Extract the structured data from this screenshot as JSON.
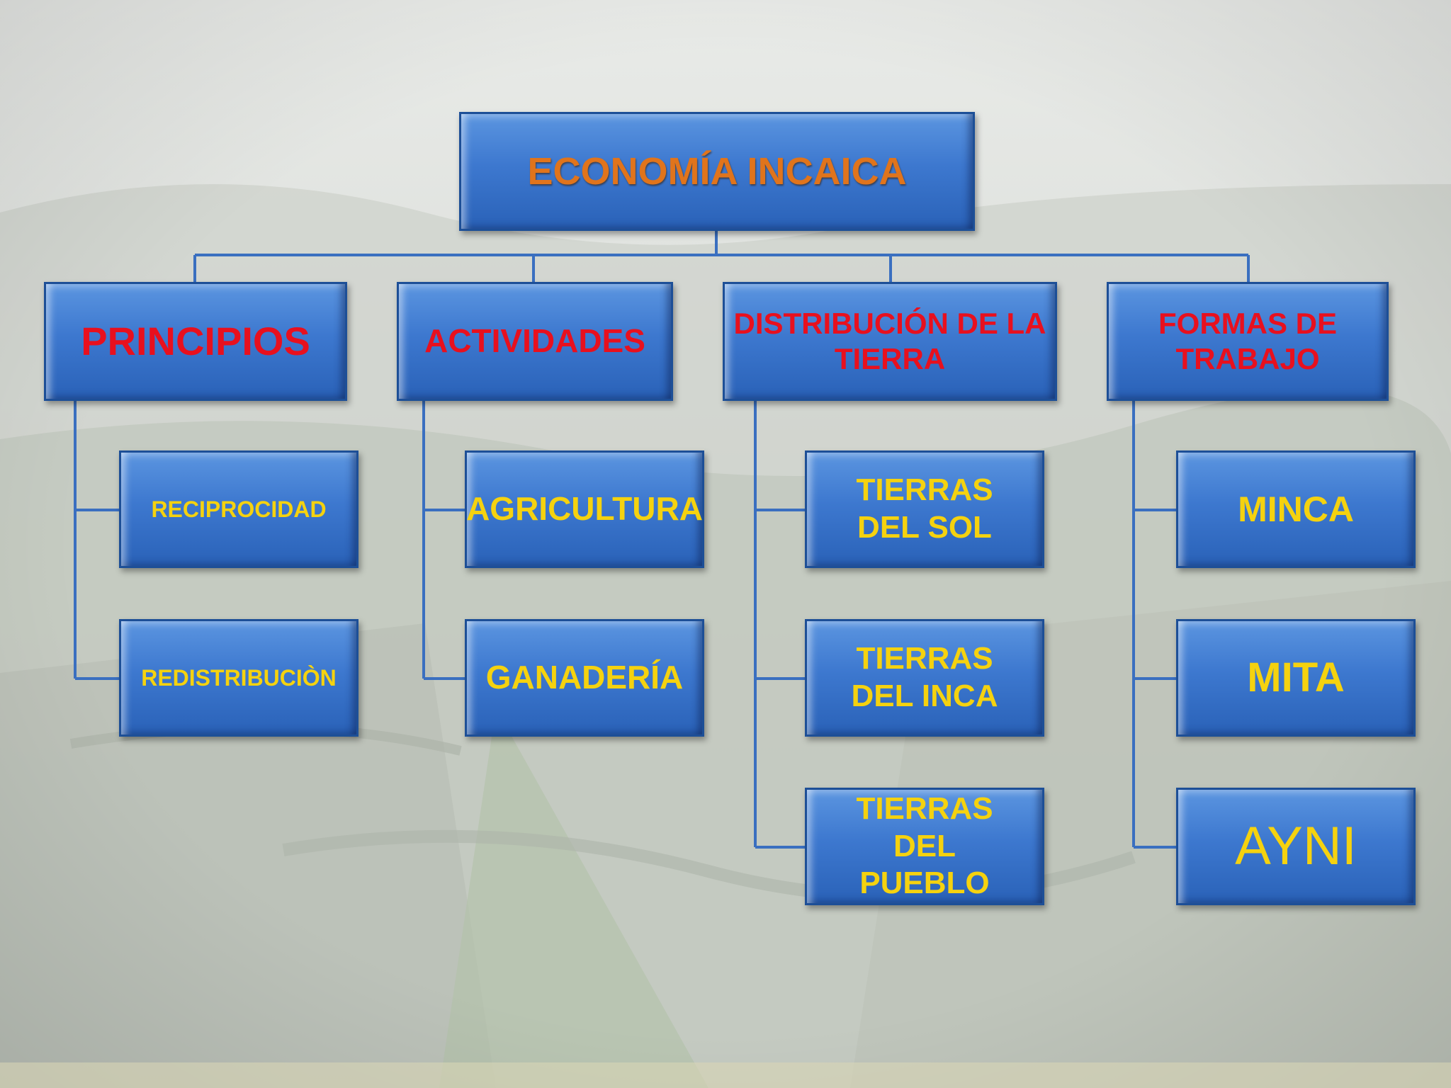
{
  "root": {
    "label": "ECONOMÍA INCAICA"
  },
  "categories": [
    {
      "label": "PRINCIPIOS",
      "children": [
        "RECIPROCIDAD",
        "REDISTRIBUCIÒN"
      ]
    },
    {
      "label": "ACTIVIDADES",
      "children": [
        "AGRICULTURA",
        "GANADERÍA"
      ]
    },
    {
      "label": "DISTRIBUCIÓN DE LA TIERRA",
      "children": [
        "TIERRAS DEL SOL",
        "TIERRAS DEL INCA",
        "TIERRAS DEL PUEBLO"
      ]
    },
    {
      "label": "FORMAS DE TRABAJO",
      "children": [
        "MINCA",
        "MITA",
        "AYNI"
      ]
    }
  ],
  "colors": {
    "box_fill": "#3d78cf",
    "connector": "#3a6fc0",
    "root_text": "#e0741c",
    "category_text": "#e8101e",
    "child_text": "#f5d20f"
  }
}
